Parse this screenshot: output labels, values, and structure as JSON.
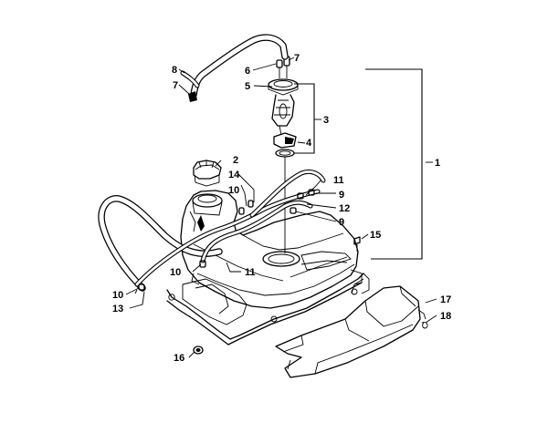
{
  "callouts": {
    "c1": "1",
    "c2": "2",
    "c3": "3",
    "c4": "4",
    "c5": "5",
    "c6": "6",
    "c7a": "7",
    "c7b": "7",
    "c8": "8",
    "c9a": "9",
    "c9b": "9",
    "c10a": "10",
    "c10b": "10",
    "c10c": "10",
    "c11a": "11",
    "c11b": "11",
    "c12": "12",
    "c13": "13",
    "c14": "14",
    "c15": "15",
    "c16": "16",
    "c17": "17",
    "c18": "18"
  }
}
